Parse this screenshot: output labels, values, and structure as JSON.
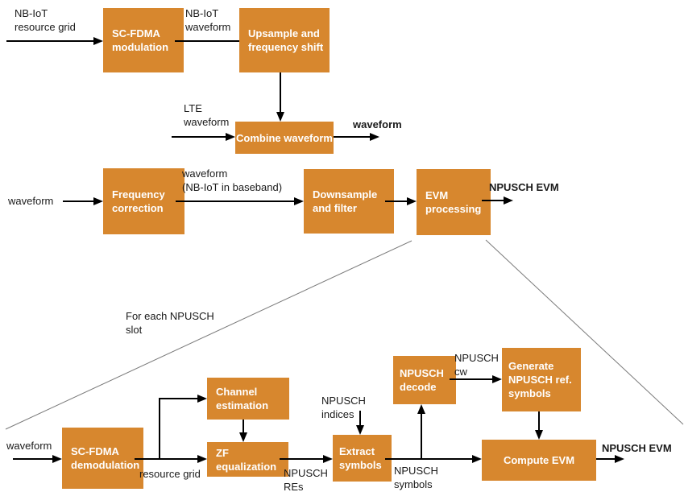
{
  "colors": {
    "box_fill": "#D7872E",
    "box_text": "#FFFFFF",
    "connector": "#000000",
    "expansion_line": "#7A7A7A",
    "label_text": "#1A1A1A",
    "background": "#FFFFFF"
  },
  "boxes": {
    "sc_fdma_modulation": "SC-FDMA\nmodulation",
    "upsample_frequency_shift": "Upsample and\nfrequency shift",
    "combine_waveform": "Combine waveform",
    "frequency_correction": "Frequency\ncorrection",
    "downsample_filter": "Downsample\nand filter",
    "evm_processing": "EVM\nprocessing",
    "sc_fdma_demodulation": "SC-FDMA\ndemodulation",
    "channel_estimation": "Channel\nestimation",
    "zf_equalization": "ZF\nequalization",
    "extract_symbols": "Extract\nsymbols",
    "npusch_decode": "NPUSCH\ndecode",
    "generate_ref_symbols": "Generate\nNPUSCH ref.\nsymbols",
    "compute_evm": "Compute EVM"
  },
  "labels": {
    "nbiot_resource_grid": "NB-IoT\nresource grid",
    "nbiot_waveform": "NB-IoT\nwaveform",
    "lte_waveform": "LTE\nwaveform",
    "combined_waveform_out": "waveform",
    "waveform_in_analysis": "waveform",
    "waveform_nbiot_baseband": "waveform\n(NB-IoT in baseband)",
    "npusch_evm_out_top": "NPUSCH EVM",
    "for_each_npusch_slot": "For each NPUSCH\nslot",
    "waveform_in_detail": "waveform",
    "resource_grid": "resource grid",
    "npusch_res": "NPUSCH\nREs",
    "npusch_indices": "NPUSCH\nindices",
    "npusch_symbols": "NPUSCH\nsymbols",
    "npusch_cw": "NPUSCH\ncw",
    "npusch_evm_out_bottom": "NPUSCH EVM"
  }
}
